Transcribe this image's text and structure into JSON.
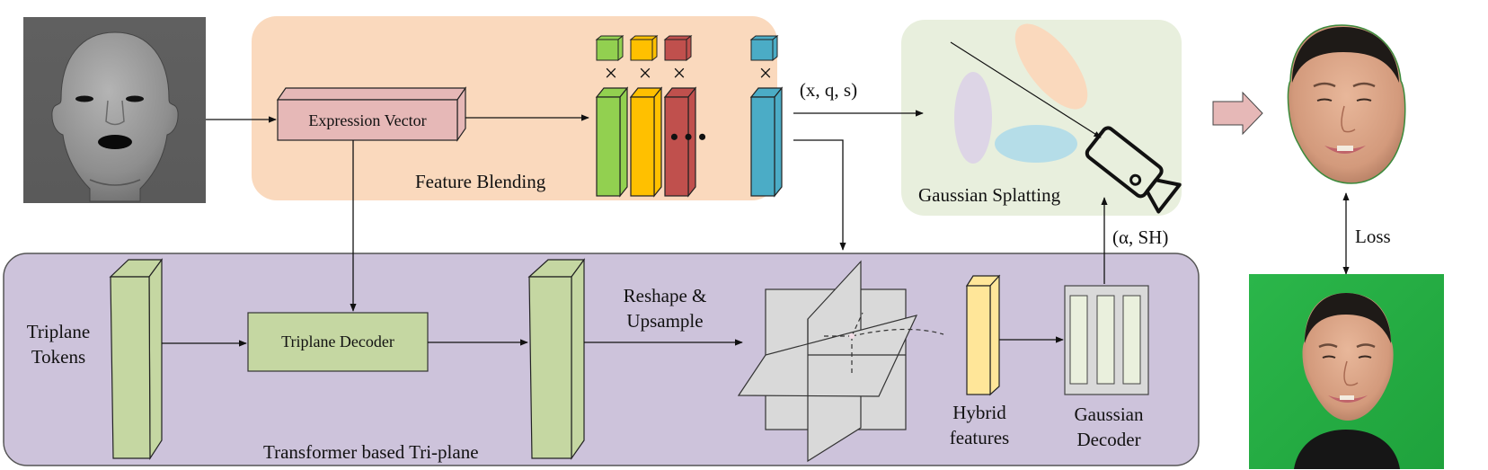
{
  "panels": {
    "feature_blending": {
      "title": "Feature Blending",
      "color": "#fad9bd"
    },
    "gaussian_splatting": {
      "title": "Gaussian Splatting",
      "color": "#e8efdd"
    },
    "triplane": {
      "title": "Transformer based Tri-plane",
      "color": "#cdc3db"
    }
  },
  "nodes": {
    "input_mesh": {
      "label": "3D face mesh (input)"
    },
    "expression_vector": {
      "label": "Expression Vector",
      "color": "#e6b8b7"
    },
    "triplane_tokens": {
      "line1": "Triplane",
      "line2": "Tokens",
      "color": "#c5d7a2"
    },
    "triplane_decoder": {
      "label": "Triplane Decoder",
      "color": "#c5d7a2"
    },
    "reshape": {
      "line1": "Reshape &",
      "line2": "Upsample"
    },
    "hybrid_features": {
      "line1": "Hybrid",
      "line2": "features",
      "color": "#ffe699"
    },
    "gaussian_decoder": {
      "line1": "Gaussian",
      "line2": "Decoder"
    },
    "rendered_face": {
      "label": "Rendered head"
    },
    "ground_truth": {
      "label": "Ground-truth frame"
    }
  },
  "feature_columns": [
    {
      "name": "green",
      "color": "#92d050"
    },
    {
      "name": "yellow",
      "color": "#ffc000"
    },
    {
      "name": "red",
      "color": "#c0504d"
    },
    {
      "name": "blue",
      "color": "#4bacc6"
    }
  ],
  "ellipsis": "• • •",
  "multiply_symbol": "×",
  "edges": {
    "xqs": "(x, q, s)",
    "alpha_sh": "(α, SH)",
    "loss": "Loss"
  },
  "gaussians": [
    {
      "name": "orange",
      "color": "#fad9bd"
    },
    {
      "name": "purple",
      "color": "#ddd5e6"
    },
    {
      "name": "blue",
      "color": "#b5dde8"
    }
  ]
}
